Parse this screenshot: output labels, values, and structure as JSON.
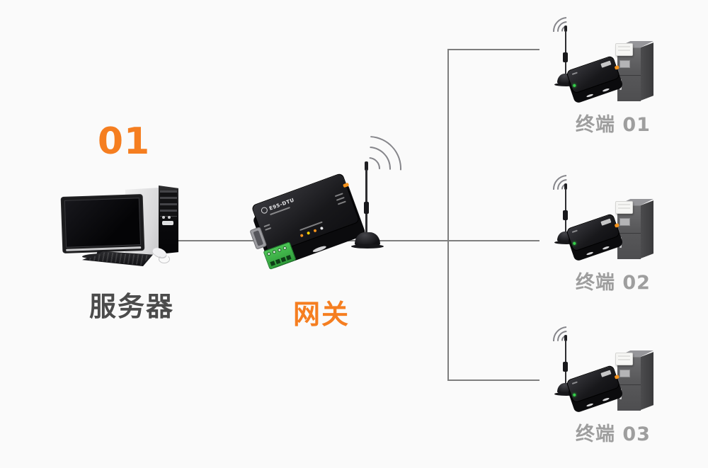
{
  "page": {
    "background": "#fafafa"
  },
  "colors": {
    "bg": "#fafafa",
    "accent": "#f57e20",
    "labeldark": "#4b4b4b",
    "labelgray": "#9e9e9e",
    "line": "#7e7e7e",
    "green_block": "#3fae49"
  },
  "diagram": {
    "step_number": "01",
    "server": {
      "label": "服务器"
    },
    "gateway": {
      "label": "网关",
      "brand": "E95-DTU"
    },
    "terminals": [
      {
        "label": "终端 01"
      },
      {
        "label": "终端 02"
      },
      {
        "label": "终端 03"
      }
    ]
  }
}
